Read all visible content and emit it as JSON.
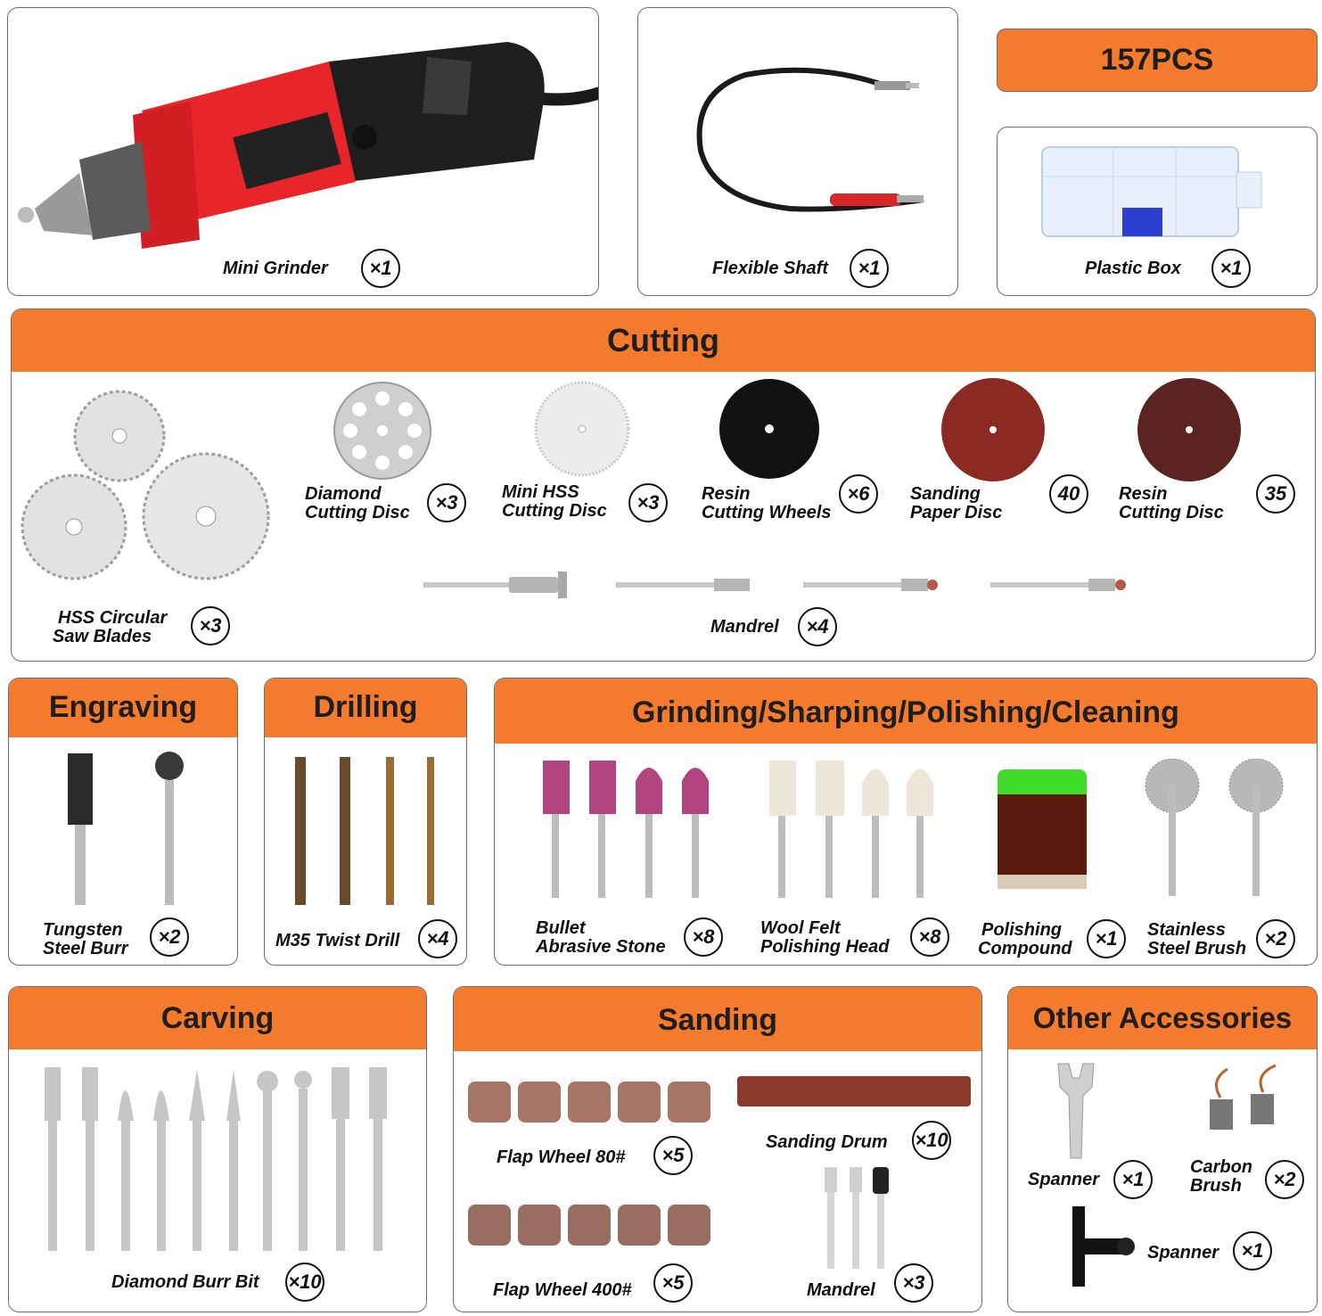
{
  "colors": {
    "accent": "#f47a2e",
    "border": "#6d6d6d",
    "grinder_red": "#e8262a"
  },
  "banner": {
    "total": "157PCS"
  },
  "top": {
    "grinder": {
      "label": "Mini Grinder",
      "qty": "×1"
    },
    "shaft": {
      "label": "Flexible Shaft",
      "qty": "×1"
    },
    "box": {
      "label": "Plastic Box",
      "qty": "×1"
    }
  },
  "cutting": {
    "title": "Cutting",
    "hss": {
      "l1": "HSS Circular",
      "l2": "Saw Blades",
      "qty": "×3"
    },
    "diamond": {
      "l1": "Diamond",
      "l2": "Cutting Disc",
      "qty": "×3"
    },
    "minihss": {
      "l1": "Mini HSS",
      "l2": "Cutting Disc",
      "qty": "×3"
    },
    "resinwheel": {
      "l1": "Resin",
      "l2": "Cutting Wheels",
      "qty": "×6"
    },
    "sanding": {
      "l1": "Sanding",
      "l2": "Paper Disc",
      "qty": "40"
    },
    "resindisc": {
      "l1": "Resin",
      "l2": "Cutting Disc",
      "qty": "35"
    },
    "mandrel": {
      "label": "Mandrel",
      "qty": "×4"
    }
  },
  "engraving": {
    "title": "Engraving",
    "l1": "Tungsten",
    "l2": "Steel Burr",
    "qty": "×2"
  },
  "drilling": {
    "title": "Drilling",
    "label": "M35 Twist Drill",
    "qty": "×4"
  },
  "grinding": {
    "title": "Grinding/Sharping/Polishing/Cleaning",
    "bullet": {
      "l1": "Bullet",
      "l2": "Abrasive Stone",
      "qty": "×8"
    },
    "wool": {
      "l1": "Wool Felt",
      "l2": "Polishing Head",
      "qty": "×8"
    },
    "compound": {
      "l1": "Polishing",
      "l2": "Compound",
      "qty": "×1"
    },
    "brush": {
      "l1": "Stainless",
      "l2": "Steel Brush",
      "qty": "×2"
    }
  },
  "carving": {
    "title": "Carving",
    "label": "Diamond Burr Bit",
    "qty": "×10"
  },
  "sanding_sec": {
    "title": "Sanding",
    "flap80": {
      "label": "Flap Wheel 80#",
      "qty": "×5"
    },
    "drum": {
      "label": "Sanding Drum",
      "qty": "×10"
    },
    "flap400": {
      "label": "Flap Wheel 400#",
      "qty": "×5"
    },
    "mandrel": {
      "label": "Mandrel",
      "qty": "×3"
    }
  },
  "other": {
    "title": "Other Accessories",
    "spanner1": {
      "label": "Spanner",
      "qty": "×1"
    },
    "carbon": {
      "l1": "Carbon",
      "l2": "Brush",
      "qty": "×2"
    },
    "spanner2": {
      "label": "Spanner",
      "qty": "×1"
    }
  }
}
